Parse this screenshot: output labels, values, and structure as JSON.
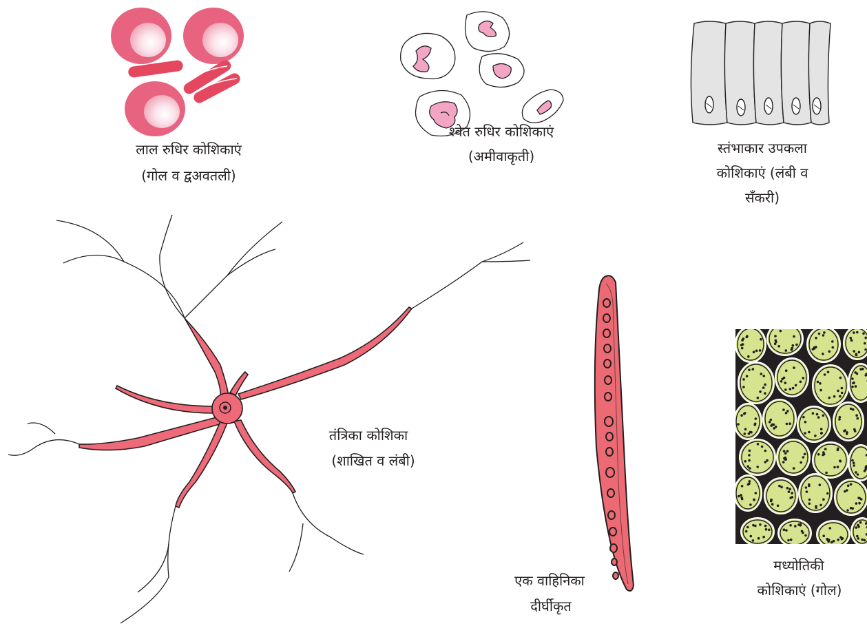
{
  "labels": {
    "rbc": [
      "लाल रुधिर कोशिकाएं",
      "(गोल व द्वअवतली)"
    ],
    "wbc": [
      "श्वेत रुधिर कोशिकाएं",
      "(अमीवाकृती)"
    ],
    "columnar": [
      "स्तंभाकार उपकला",
      "कोशिकाएं (लंबी व",
      "सँकरी)"
    ],
    "nerve": [
      "तंत्रिका कोशिका",
      "(शाखित व लंबी)"
    ],
    "vessel": [
      "एक वाहिनिका",
      "दीर्घीकृत"
    ],
    "parenchyma": [
      "मध्योतिकी",
      "कोशिकाएं (गोल)"
    ]
  },
  "colors": {
    "rbc_rim": "#e8637f",
    "rbc_center": "#fbe3ea",
    "rbc_flat": "#e5475f",
    "wbc_nucleus": "#f3a6c3",
    "column_fill": "#e4e4e4",
    "nerve_fill": "#ee6a78",
    "vessel_fill": "#ec6a73",
    "parenchyma_fill": "#d6e38f",
    "outline": "#231f20"
  }
}
